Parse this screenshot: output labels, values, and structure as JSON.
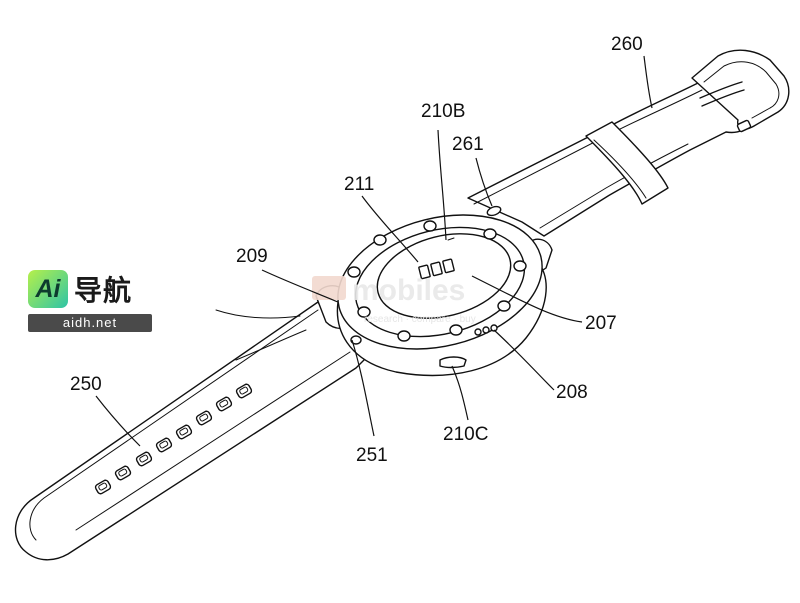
{
  "figure": {
    "labels": {
      "l260": "260",
      "l210b": "210B",
      "l261": "261",
      "l211": "211",
      "l209": "209",
      "l207": "207",
      "l250": "250",
      "l208": "208",
      "l251": "251",
      "l210c": "210C"
    }
  },
  "watermark": {
    "brand": "mobiles",
    "tagline": "research · compare · buy"
  },
  "badge": {
    "ai_text": "Ai",
    "cn_text": "导航",
    "url": "aidh.net"
  }
}
